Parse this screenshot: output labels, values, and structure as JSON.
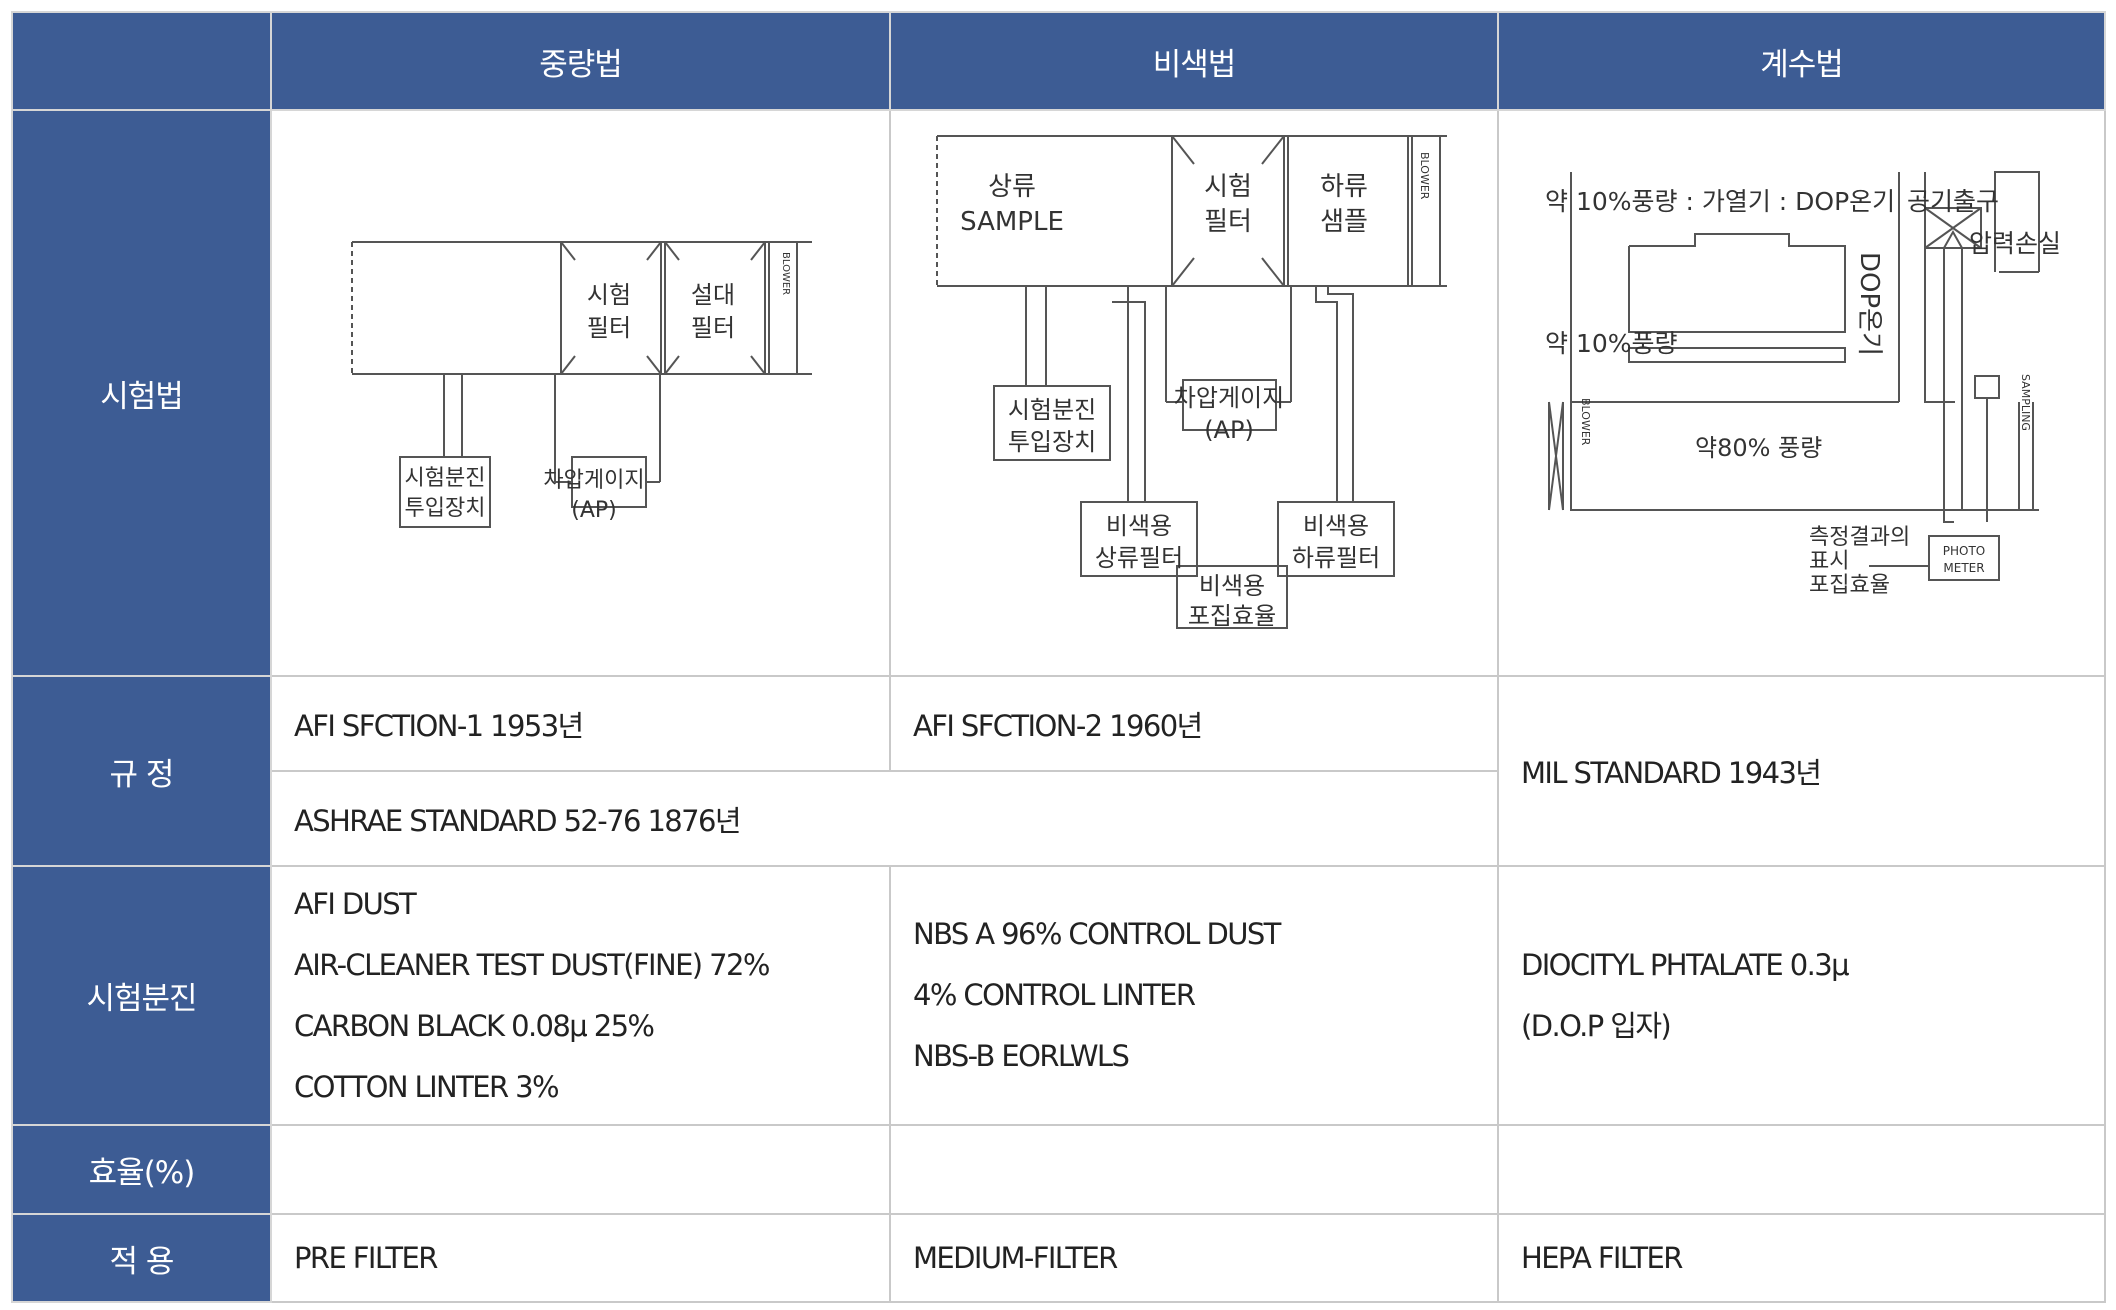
{
  "header": {
    "corner": "",
    "col1": "중량법",
    "col2": "비색법",
    "col3": "계수법"
  },
  "rows": {
    "method": {
      "label": "시험법"
    },
    "regulation": {
      "label": "규 정",
      "col1": "AFI SFCTION-1 1953년",
      "col2": "AFI SFCTION-2 1960년",
      "col3": "MIL STANDARD 1943년",
      "col12": "ASHRAE STANDARD 52-76 1876년"
    },
    "dust": {
      "label": "시험분진",
      "col1": [
        "AFI DUST",
        "AIR-CLEANER TEST DUST(FINE) 72%",
        "CARBON BLACK 0.08μ 25%",
        "COTTON LINTER 3%"
      ],
      "col2": [
        "NBS A 96% CONTROL DUST",
        "4% CONTROL LINTER",
        "NBS-B EORLWLS"
      ],
      "col3": [
        "DIOCITYL PHTALATE 0.3μ",
        "(D.O.P 입자)"
      ]
    },
    "efficiency": {
      "label": "효율(%)",
      "col1": "",
      "col2": "",
      "col3": ""
    },
    "application": {
      "label": "적 용",
      "col1": "PRE FILTER",
      "col2": "MEDIUM-FILTER",
      "col3": "HEPA FILTER"
    }
  },
  "diagrams": {
    "gravimetric": {
      "test_filter": [
        "시험",
        "필터"
      ],
      "final_filter": [
        "설대",
        "필터"
      ],
      "blower": "BLOWER",
      "dust_feeder": [
        "시험분진",
        "투입장치"
      ],
      "manometer": [
        "차압게이지",
        "(AP)"
      ]
    },
    "colorimetric": {
      "upstream_sample": [
        "상류",
        "SAMPLE"
      ],
      "test_filter": [
        "시험",
        "필터"
      ],
      "downstream_sample": [
        "하류",
        "샘플"
      ],
      "blower": "BLOWER",
      "dust_feeder": [
        "시험분진",
        "투입장치"
      ],
      "manometer": [
        "차압게이지",
        "(AP)"
      ],
      "upstream_filter": [
        "비색용",
        "상류필터"
      ],
      "downstream_filter": [
        "비색용",
        "하류필터"
      ],
      "efficiency": [
        "비색용",
        "포집효율"
      ]
    },
    "counting": {
      "airflow_top": "약 10%풍량 : 가열기 : DOP온기",
      "air_outlet": "공기출구",
      "pressure_loss": "압력손실",
      "dop": "DOP온기",
      "airflow_mid": "약 10%풍량",
      "airflow_main": "약80% 풍량",
      "blower": "BLOWER",
      "sampling": "SAMPLING",
      "result": [
        "측정결과의",
        "표시",
        "포집효율"
      ],
      "photometer": [
        "PHOTO",
        "METER"
      ]
    }
  }
}
